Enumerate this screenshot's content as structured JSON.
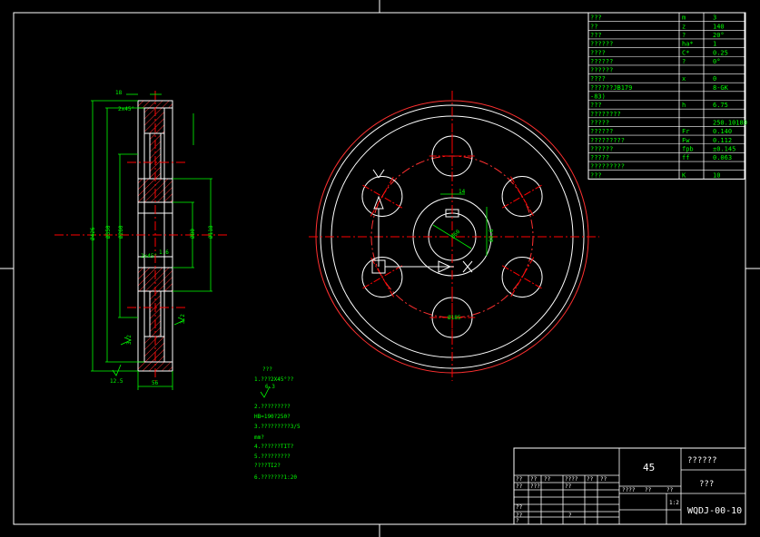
{
  "colors": {
    "background": "#000000",
    "frame": "#ffffff",
    "outline": "#ffffff",
    "dimension": "#00ff00",
    "center_line": "#ff0000",
    "hatch": "#ff3030",
    "table_text": "#00ff00",
    "title_block": "#ffffff"
  },
  "params_table": [
    {
      "label": "???",
      "sym": "m",
      "val": "3"
    },
    {
      "label": "??",
      "sym": "z",
      "val": "140"
    },
    {
      "label": "???",
      "sym": "?",
      "val": "20°"
    },
    {
      "label": "??????",
      "sym": "ha*",
      "val": "1"
    },
    {
      "label": "????",
      "sym": "C*",
      "val": "0.25"
    },
    {
      "label": "??????",
      "sym": "?",
      "val": "0°"
    },
    {
      "label": "??????",
      "sym": "",
      "val": ""
    },
    {
      "label": "????",
      "sym": "x",
      "val": "0"
    },
    {
      "label": "??????JB179",
      "sym": "",
      "val": "8-GK"
    },
    {
      "label": "-83)",
      "sym": "",
      "val": ""
    },
    {
      "label": "???",
      "sym": "h",
      "val": "6.75"
    },
    {
      "label": "????????",
      "sym": "",
      "val": ""
    },
    {
      "label": "?????",
      "sym": "",
      "val": "250.10180"
    },
    {
      "label": "??????",
      "sym": "Fr",
      "val": "0.140"
    },
    {
      "label": "?????????",
      "sym": "Fw",
      "val": "0.112"
    },
    {
      "label": "??????",
      "sym": "fpb",
      "val": "±0.145"
    },
    {
      "label": "?????",
      "sym": "ff",
      "val": "0.063"
    },
    {
      "label": "?????????",
      "sym": "",
      "val": ""
    },
    {
      "label": "???",
      "sym": "K",
      "val": "10"
    }
  ],
  "section_dims": {
    "top_width": "18",
    "chamfer_top": "2x45°",
    "chamfer_mid": "2x45°",
    "ra_mid": "1.6",
    "d_outer": "Ø426",
    "d_inner": "Ø350",
    "d_mid": "Ø260",
    "d_bore": "Ø80",
    "d_hub": "Ø118",
    "bottom_width": "56",
    "rough_small": "3.2",
    "rough_right": "3.2",
    "rough_bottom": "12.5"
  },
  "front_dims": {
    "keyway": "14",
    "bore": "Ø60",
    "key_depth": "80.6",
    "hole_circle": "Ø185"
  },
  "tech_notes": {
    "title": "???",
    "lines": [
      "1.???2X45°??",
      "2.?????????",
      "HB=190?250?",
      "3.?????????3/5",
      "mm?",
      "4.??????TIT?",
      "5.?????????",
      "????TI2?",
      "6.???????1:20"
    ],
    "rough_val": "6.3"
  },
  "title_block": {
    "material": "45",
    "name": "??????",
    "unit": "???",
    "scale": "1:2",
    "drawing_no": "WQDJ-00-10",
    "header_cells": [
      "??",
      "??",
      "??",
      "????",
      "??",
      "??"
    ],
    "sign_cells": [
      "??",
      "???",
      "??"
    ],
    "stage_cells": [
      "????",
      "??",
      "??"
    ],
    "approve_cells": [
      "??",
      "??",
      "?",
      "?"
    ]
  }
}
